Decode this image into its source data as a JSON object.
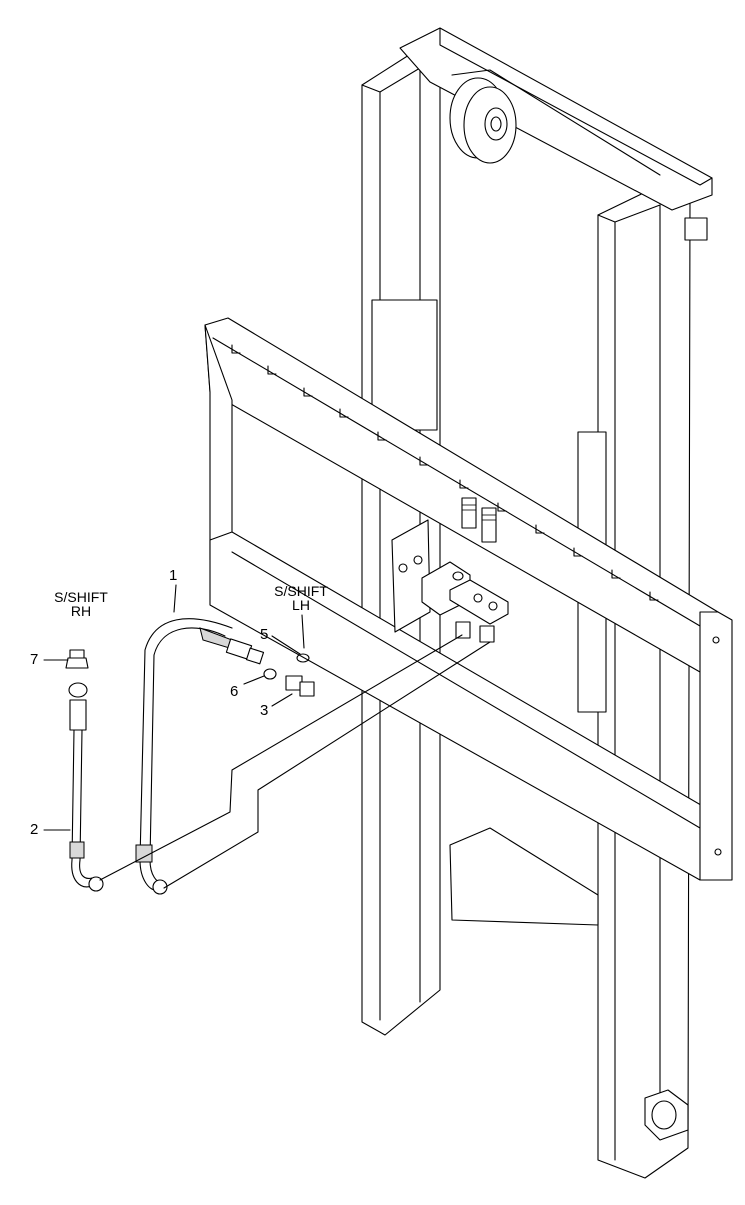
{
  "labels": {
    "shift_rh_line1": "S/SHIFT",
    "shift_rh_line2": "RH",
    "shift_lh_line1": "S/SHIFT",
    "shift_lh_line2": "LH"
  },
  "callouts": [
    "1",
    "2",
    "3",
    "5",
    "6",
    "7"
  ]
}
